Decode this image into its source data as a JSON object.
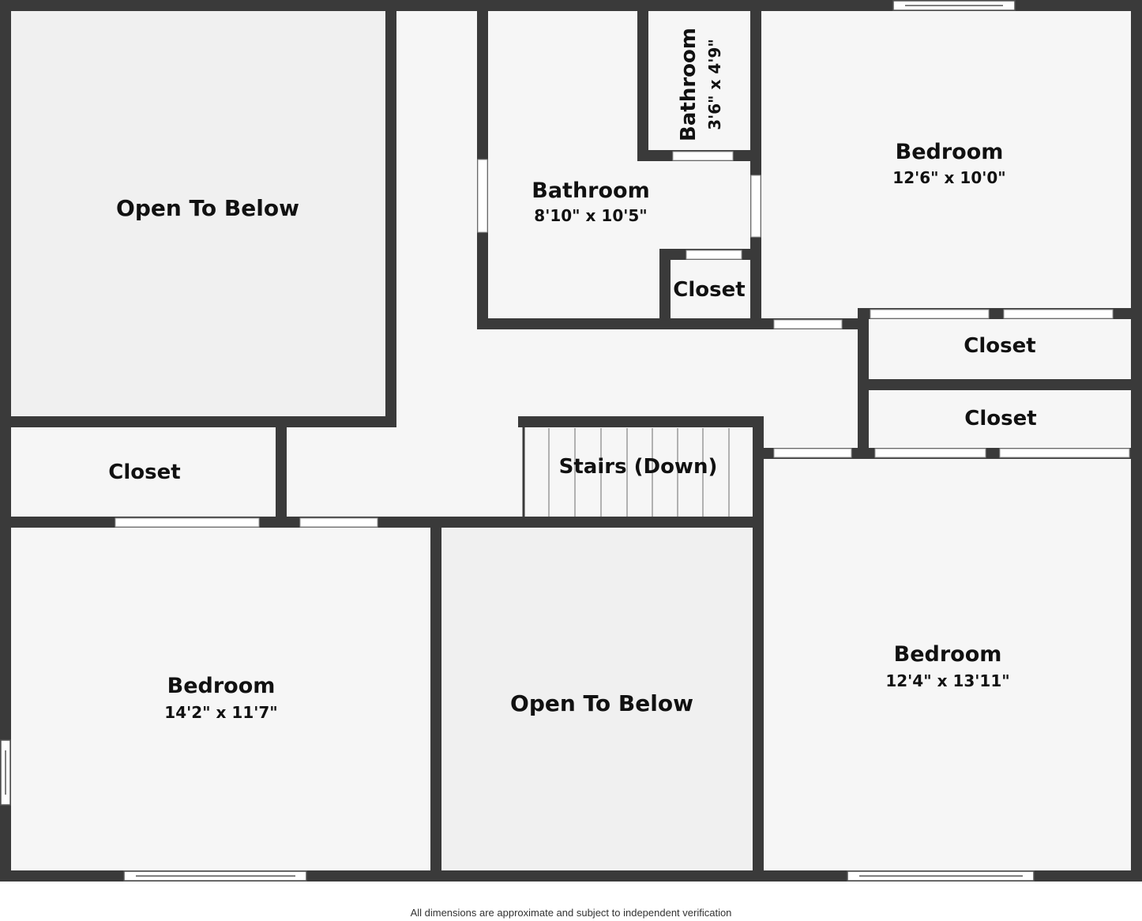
{
  "colors": {
    "wall": "#3a3a3a",
    "floor": "#f6f6f6",
    "open_to_below": "#f0f0f0",
    "opening": "#ffffff"
  },
  "rooms": {
    "open_to_below_top": {
      "name": "Open To Below"
    },
    "open_to_below_bottom": {
      "name": "Open To Below"
    },
    "bathroom_small": {
      "name": "Bathroom",
      "dim": "3'6\" x 4'9\""
    },
    "bathroom_main": {
      "name": "Bathroom",
      "dim": "8'10\" x 10'5\""
    },
    "bedroom_top_right": {
      "name": "Bedroom",
      "dim": "12'6\" x 10'0\""
    },
    "closet_bath": {
      "name": "Closet"
    },
    "closet_right_1": {
      "name": "Closet"
    },
    "closet_right_2": {
      "name": "Closet"
    },
    "closet_left": {
      "name": "Closet"
    },
    "stairs": {
      "name": "Stairs (Down)"
    },
    "bedroom_bottom_left": {
      "name": "Bedroom",
      "dim": "14'2\" x 11'7\""
    },
    "bedroom_bottom_right": {
      "name": "Bedroom",
      "dim": "12'4\" x 13'11\""
    }
  },
  "footer": "All dimensions are approximate and subject to independent verification"
}
